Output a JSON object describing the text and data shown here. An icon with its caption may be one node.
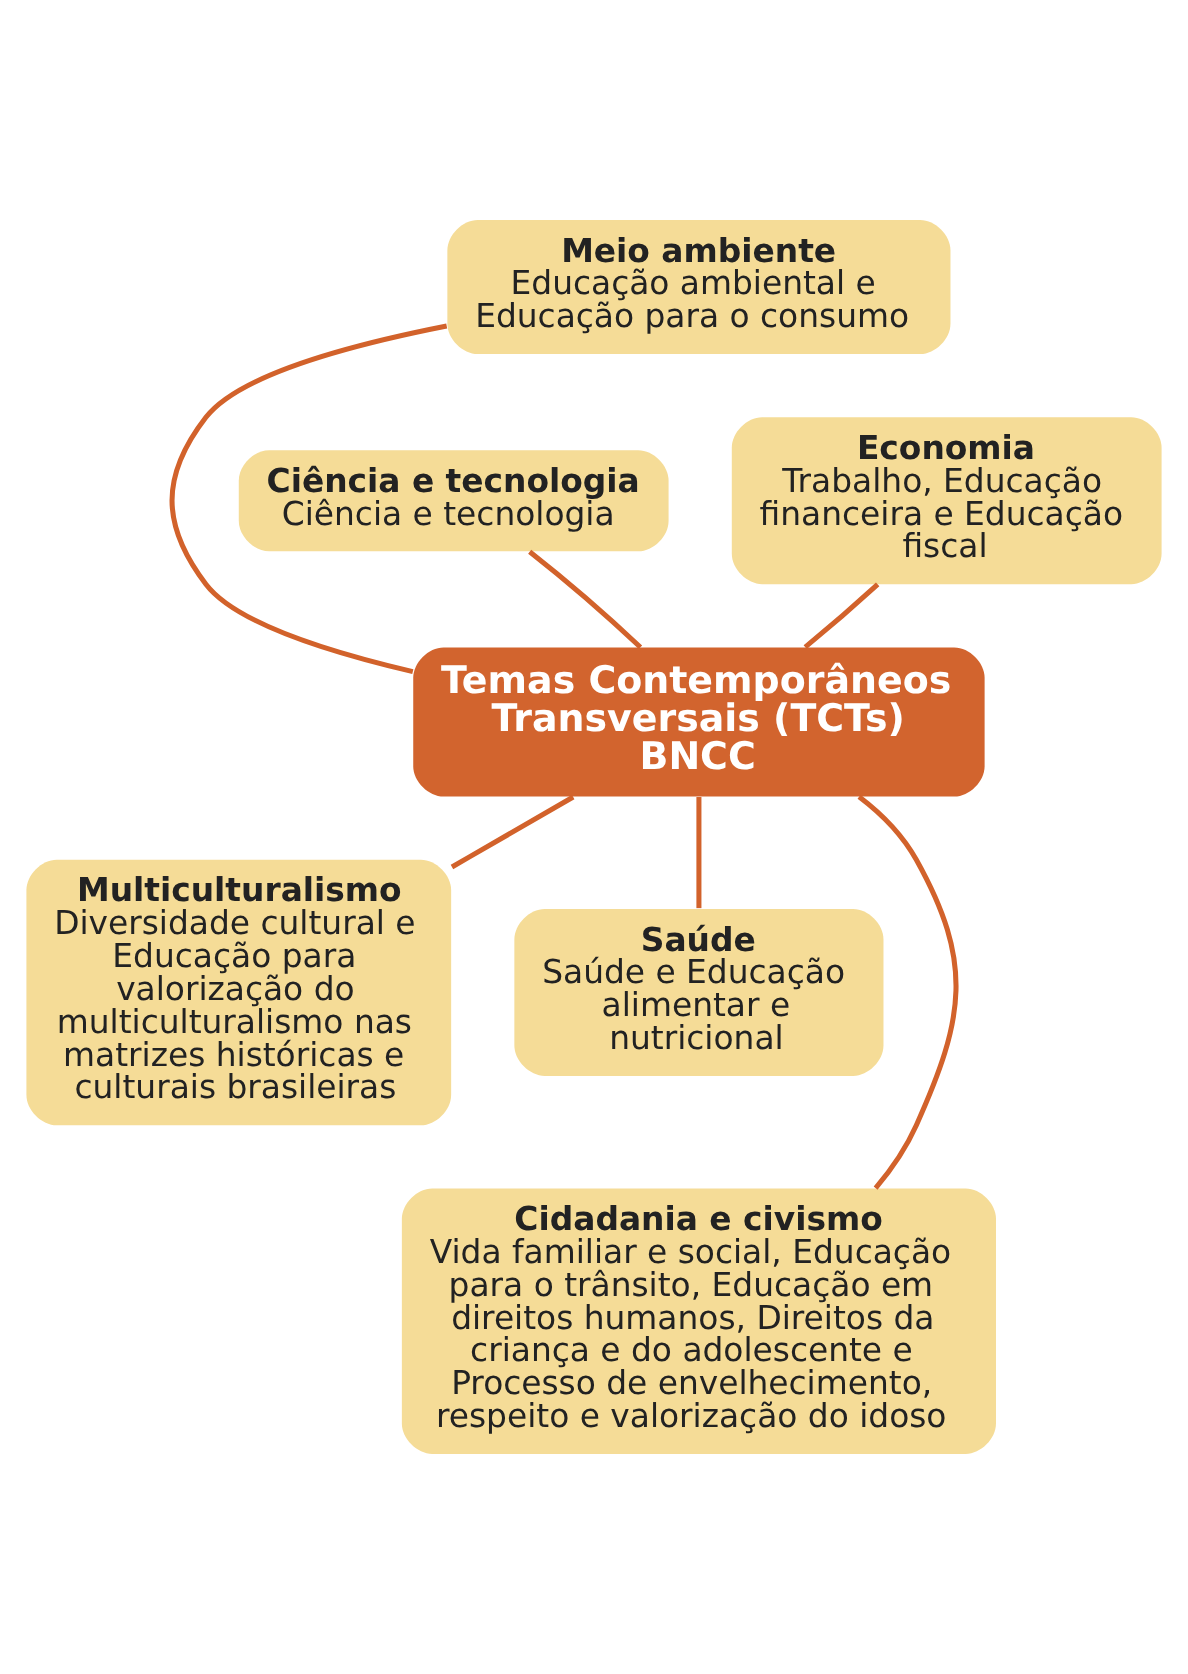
{
  "diagram": {
    "nodes": [
      {
        "text": [
          "Temas Contemporâneos Transversais (TCTs)",
          "BNCC"
        ]
      },
      {
        "text": [
          "Meio ambiente",
          "Educação ambiental e Educação para o consumo"
        ]
      },
      {
        "text": [
          "Ciência e tecnologia",
          "Ciência e tecnologia"
        ]
      },
      {
        "text": [
          "Economia",
          "Trabalho, Educação financeira e Educação fiscal"
        ]
      },
      {
        "text": [
          "Multiculturalismo",
          "Diversidade cultural e Educação para valorização do multiculturalismo nas matrizes históricas e culturais brasileiras"
        ]
      },
      {
        "text": [
          "Saúde",
          "Saúde e Educação alimentar e nutricional"
        ]
      },
      {
        "text": [
          "Cidadania e civismo",
          "Vida familiar e social, Educação para o trânsito, Educação em direitos humanos, Direitos da criança e do adolescente e Processo de envelhecimento, respeito e valorização do idoso"
        ]
      }
    ],
    "edges": [
      {
        "from": 0,
        "to": 1,
        "arrow": "none"
      },
      {
        "from": 0,
        "to": 2,
        "arrow": "none"
      },
      {
        "from": 0,
        "to": 3,
        "arrow": "none"
      },
      {
        "from": 0,
        "to": 4,
        "arrow": "none"
      },
      {
        "from": 0,
        "to": 5,
        "arrow": "none"
      },
      {
        "from": 0,
        "to": 6,
        "arrow": "none"
      }
    ]
  }
}
